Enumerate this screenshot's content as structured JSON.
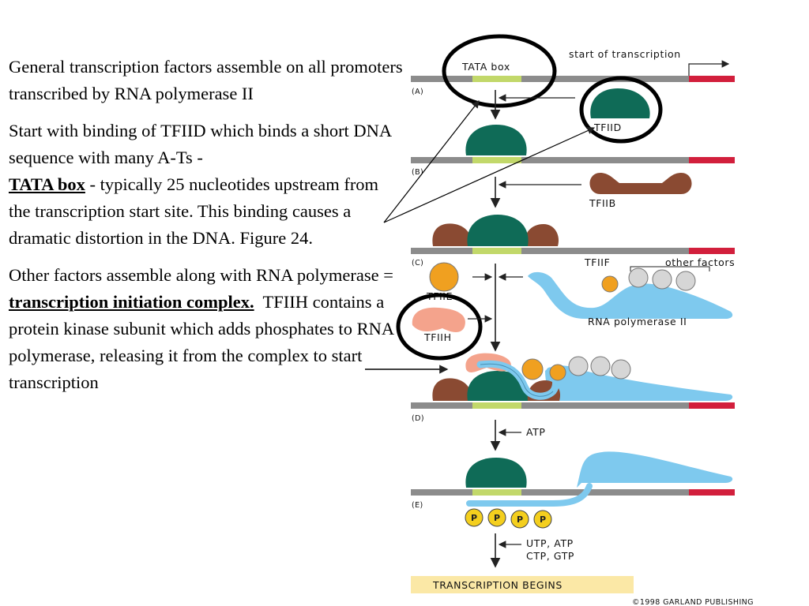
{
  "text": {
    "p1": "General transcription factors assemble on all promoters transcribed by RNA polymerase II",
    "p2_a": "Start with binding of TFIID which binds a short DNA sequence with many A-Ts -",
    "p2_kw": "TATA box",
    "p2_b": "- typically 25 nucleotides upstream from the transcription start site. This binding causes a dramatic distortion in the DNA.  Figure 24.",
    "p3_a": "Other factors assemble along with RNA polymerase =",
    "p3_kw": "transcription initiation complex.",
    "p3_b": "TFIIH contains a protein kinase subunit which adds phosphates to RNA polymerase, releasing it from the complex to start transcription"
  },
  "diagram": {
    "labels": {
      "tata_box": "TATA box",
      "start_of_transcription": "start of transcription",
      "tfiid": "TFIID",
      "tfiib": "TFIIB",
      "tfiif": "TFIIF",
      "other_factors": "other factors",
      "tfiie": "TFIIE",
      "tfiih": "TFIIH",
      "rna_polymerase_ii": "RNA polymerase II",
      "atp": "ATP",
      "ntps_line1": "UTP, ATP",
      "ntps_line2": "CTP, GTP",
      "transcription_begins": "TRANSCRIPTION BEGINS",
      "copyright": "©1998 GARLAND PUBLISHING"
    },
    "panels": [
      "(A)",
      "(B)",
      "(C)",
      "(D)",
      "(E)"
    ],
    "phosphate": "P",
    "colors": {
      "dna": "#8c8c8c",
      "tata": "#c2d86a",
      "start_site": "#d21f3c",
      "tfiid": "#0f6b57",
      "tfiib": "#8a4a32",
      "tfiif": "#f0a020",
      "other": "#d6d6d6",
      "polymerase": "#7ec9ee",
      "tfiih": "#f4a38c",
      "phosphate": "#f4cf1e",
      "banner": "#fbe8a6"
    }
  }
}
